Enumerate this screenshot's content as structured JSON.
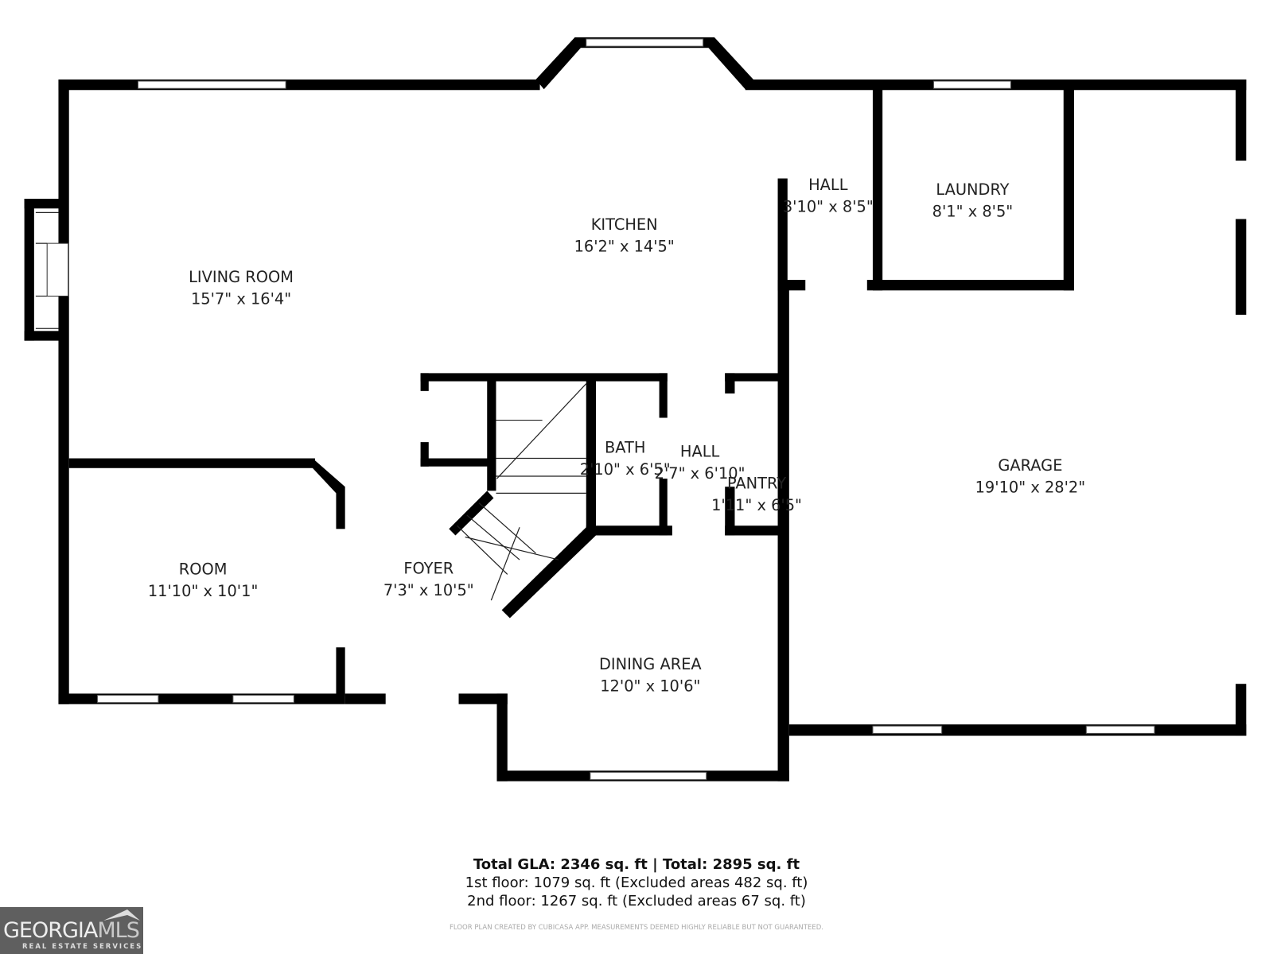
{
  "rooms": {
    "living_room": {
      "name": "LIVING ROOM",
      "dims": "15'7\" x 16'4\""
    },
    "kitchen": {
      "name": "KITCHEN",
      "dims": "16'2\" x 14'5\""
    },
    "hall_upper": {
      "name": "HALL",
      "dims": "3'10\" x 8'5\""
    },
    "laundry": {
      "name": "LAUNDRY",
      "dims": "8'1\" x 8'5\""
    },
    "bath": {
      "name": "BATH",
      "dims": "2'10\" x 6'5\""
    },
    "hall_lower": {
      "name": "HALL",
      "dims": "2'7\" x 6'10\""
    },
    "pantry": {
      "name": "PANTRY",
      "dims": "1'11\" x 6'5\""
    },
    "garage": {
      "name": "GARAGE",
      "dims": "19'10\" x 28'2\""
    },
    "room": {
      "name": "ROOM",
      "dims": "11'10\" x 10'1\""
    },
    "foyer": {
      "name": "FOYER",
      "dims": "7'3\" x 10'5\""
    },
    "dining_area": {
      "name": "DINING AREA",
      "dims": "12'0\" x 10'6\""
    }
  },
  "footer": {
    "totals": "Total GLA: 2346 sq. ft | Total: 2895 sq. ft",
    "first_floor": "1st floor: 1079 sq. ft (Excluded areas 482 sq. ft)",
    "second_floor": "2nd floor: 1267 sq. ft (Excluded areas 67 sq. ft)",
    "disclaimer": "FLOOR PLAN CREATED BY CUBICASA APP. MEASUREMENTS DEEMED HIGHLY RELIABLE BUT NOT GUARANTEED."
  },
  "logo": {
    "name_a": "GEORGIA",
    "name_b": "MLS",
    "tagline": "REAL ESTATE SERVICES"
  }
}
